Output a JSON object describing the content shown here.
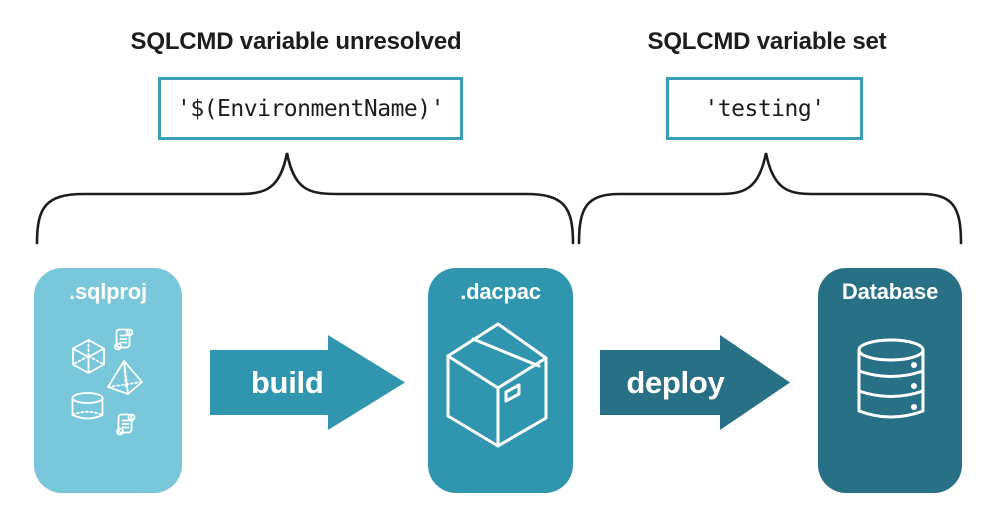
{
  "annotations": {
    "left": {
      "heading": "SQLCMD variable unresolved",
      "code": "'$(EnvironmentName)'"
    },
    "right": {
      "heading": "SQLCMD variable set",
      "code": "'testing'"
    }
  },
  "pipeline": {
    "sqlproj": {
      "label": ".sqlproj"
    },
    "build": {
      "label": "build"
    },
    "dacpac": {
      "label": ".dacpac"
    },
    "deploy": {
      "label": "deploy"
    },
    "database": {
      "label": "Database"
    }
  },
  "icons": {
    "sqlproj_card": "sql-objects (scroll, cube, pyramid, cylinder)",
    "dacpac_card": "package-box",
    "database_card": "database-cylinder"
  },
  "colors": {
    "light": "#78C7DA",
    "mid": "#3096B0",
    "dark": "#287085",
    "accent": "#3A9FB6",
    "ink": "#1D1D1D"
  }
}
